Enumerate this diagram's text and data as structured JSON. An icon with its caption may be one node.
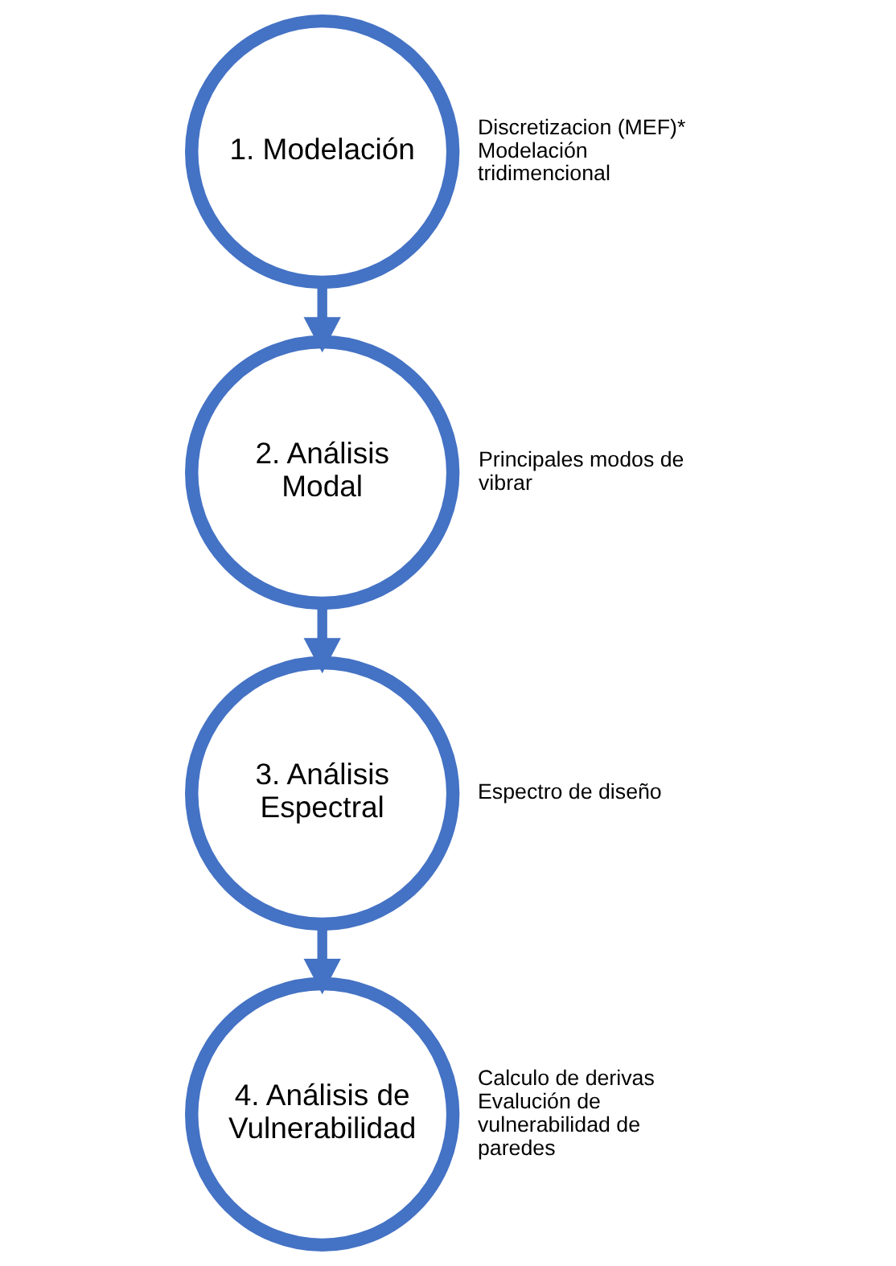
{
  "diagram": {
    "nodes": [
      {
        "text": [
          "1. Modelación"
        ],
        "beside": [
          "Discretizacion (MEF)*",
          "Modelación tridimencional"
        ]
      },
      {
        "text": [
          "2. Análisis Modal"
        ],
        "beside": [
          "Principales modos de vibrar"
        ]
      },
      {
        "text": [
          "3. Análisis Espectral"
        ],
        "beside": [
          "Espectro de diseño"
        ]
      },
      {
        "text": [
          "4. Análisis de Vulnerabilidad"
        ],
        "beside": [
          "Calculo de derivas",
          "Evalución de vulnerabilidad de paredes"
        ]
      }
    ],
    "edges": [
      {
        "from": 0,
        "to": 1,
        "arrow": "to"
      },
      {
        "from": 1,
        "to": 2,
        "arrow": "to"
      },
      {
        "from": 2,
        "to": 3,
        "arrow": "to"
      }
    ]
  }
}
